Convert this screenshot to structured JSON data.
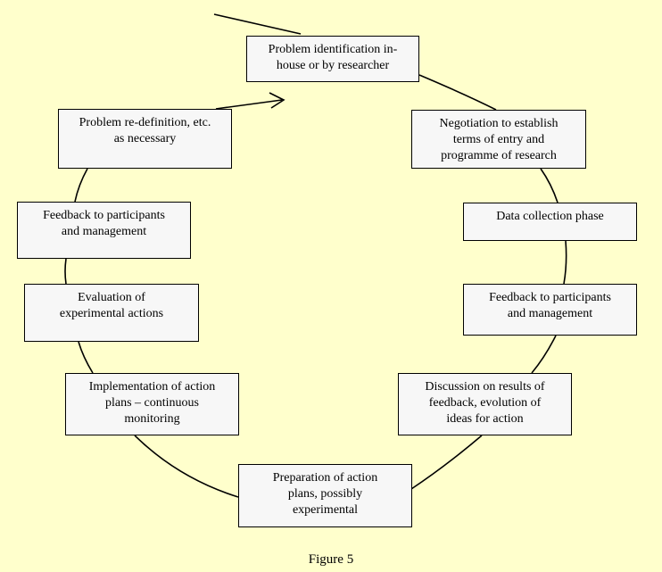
{
  "diagram": {
    "stages": [
      {
        "id": "problem-identification",
        "label": "Problem identification in-\nhouse or by researcher"
      },
      {
        "id": "negotiation",
        "label": "Negotiation to establish\nterms of entry and\nprogramme of research"
      },
      {
        "id": "data-collection",
        "label": "Data collection phase"
      },
      {
        "id": "feedback-right",
        "label": "Feedback to participants\nand management"
      },
      {
        "id": "discussion",
        "label": "Discussion on results of\nfeedback, evolution of\nideas for action"
      },
      {
        "id": "preparation",
        "label": "Preparation of action\nplans, possibly\nexperimental"
      },
      {
        "id": "implementation",
        "label": "Implementation of action\nplans – continuous\nmonitoring"
      },
      {
        "id": "evaluation",
        "label": "Evaluation of\nexperimental actions"
      },
      {
        "id": "feedback-left",
        "label": "Feedback to participants\nand management"
      },
      {
        "id": "redefinition",
        "label": "Problem re-definition, etc.\nas necessary"
      }
    ],
    "caption": "Figure 5"
  }
}
